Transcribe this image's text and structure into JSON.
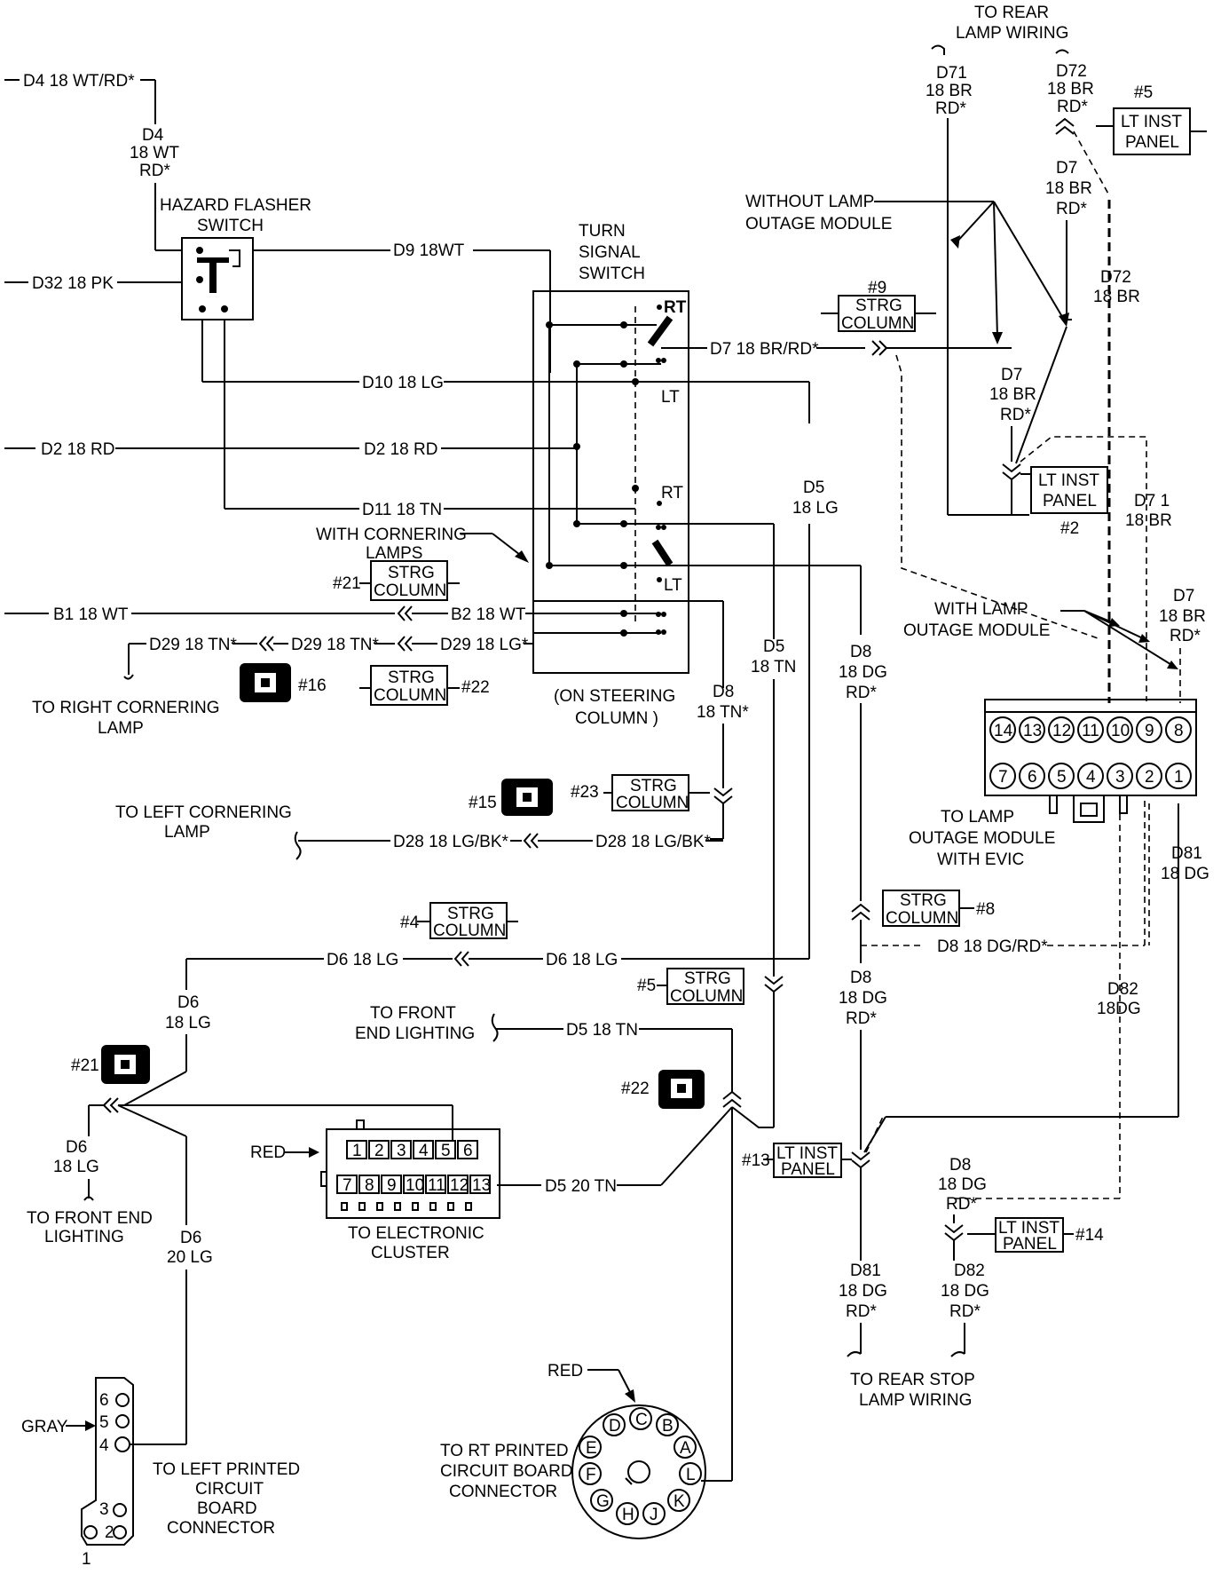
{
  "labels": {
    "to_rear_lamp_1": "TO REAR",
    "to_rear_lamp_2": "LAMP WIRING",
    "d71_top": "D71",
    "d71_top_2": "18 BR",
    "d71_top_3": "RD*",
    "d72_top": "D72",
    "d72_top_2": "18 BR",
    "d72_top_3": "RD*",
    "num5_top": "#5",
    "lt_inst_panel_5a": "LT INST",
    "lt_inst_panel_5b": "PANEL",
    "d4_wire": "D4 18 WT/RD*",
    "d4_a": "D4",
    "d4_b": "18 WT",
    "d4_c": "RD*",
    "hazard_1": "HAZARD FLASHER",
    "hazard_2": "SWITCH",
    "d32": "D32 18 PK",
    "d9": "D9 18WT",
    "turn_1": "TURN",
    "turn_2": "SIGNAL",
    "turn_3": "SWITCH",
    "rt_1": "RT",
    "lt_1": "LT",
    "rt_2": "RT",
    "lt_2": "LT",
    "d7_wire": "D7 18 BR/RD*",
    "d10": "D10 18 LG",
    "d2_left": "D2 18 RD",
    "d2_mid": "D2 18 RD",
    "d11": "D11 18 TN",
    "d5_a": "D5",
    "d5_b": "18 LG",
    "with_cornering_1": "WITH CORNERING",
    "with_cornering_2": "LAMPS",
    "num21a": "#21",
    "strg": "STRG",
    "column": "COLUMN",
    "b1": "B1 18 WT",
    "b2": "B2 18 WT",
    "d29_a": "D29 18 TN*",
    "d29_b": "D29 18 TN*",
    "d29_c": "D29 18 LG*",
    "num16": "#16",
    "num22a": "#22",
    "to_right_corner_1": "TO RIGHT CORNERING",
    "to_right_corner_2": "LAMP",
    "on_steering_1": "(ON STEERING",
    "on_steering_2": "COLUMN )",
    "d5tn_a": "D5",
    "d5tn_b": "18 TN",
    "d8_a": "D8",
    "d8_b": "18 DG",
    "d8_c": "RD*",
    "d8tn_a": "D8",
    "d8tn_b": "18 TN*",
    "without_1": "WITHOUT LAMP",
    "without_2": "OUTAGE MODULE",
    "num9": "#9",
    "d7_mid_a": "D7",
    "d7_mid_b": "18 BR",
    "d7_mid_c": "RD*",
    "d7_top_a": "D7",
    "d7_top_b": "18 BR",
    "d7_top_c": "RD*",
    "d72_mid_a": "D72",
    "d72_mid_b": "18 BR",
    "lt_inst_2a": "LT INST",
    "lt_inst_2b": "PANEL",
    "num2": "#2",
    "d71_mid_a": "D7 1",
    "d71_mid_b": "18 BR",
    "d7_right_a": "D7",
    "d7_right_b": "18 BR",
    "d7_right_c": "RD*",
    "with_lamp_1": "WITH LAMP",
    "with_lamp_2": "OUTAGE MODULE",
    "pins_top": [
      "14",
      "13",
      "12",
      "11",
      "10",
      "9",
      "8"
    ],
    "pins_bot": [
      "7",
      "6",
      "5",
      "4",
      "3",
      "2",
      "1"
    ],
    "to_lamp_1": "TO LAMP",
    "to_lamp_2": "OUTAGE MODULE",
    "to_lamp_3": "WITH EVIC",
    "num15": "#15",
    "num23": "#23",
    "to_left_corner_1": "TO LEFT CORNERING",
    "to_left_corner_2": "LAMP",
    "d28_a": "D28 18 LG/BK*",
    "d28_b": "D28 18 LG/BK*",
    "d81_a": "D81",
    "d81_b": "18 DG",
    "num4": "#4",
    "num8": "#8",
    "d8_dashed": "D8 18 DG/RD*",
    "d6_left": "D6 18 LG",
    "d6_right": "D6 18 LG",
    "num5b": "#5",
    "d82_a": "D82",
    "d82_b": "18DG",
    "d6_a": "D6",
    "d6_b": "18 LG",
    "to_front_end_1": "TO FRONT",
    "to_front_end_2": "END LIGHTING",
    "d5_18tn": "D5 18 TN",
    "num21b": "#21",
    "num22b": "#22",
    "d6_c": "D6",
    "d6_d": "18 LG",
    "red_1": "RED",
    "cluster_pins_top": [
      "1",
      "2",
      "3",
      "4",
      "5",
      "6"
    ],
    "cluster_pins_bot": [
      "7",
      "8",
      "9",
      "10",
      "11",
      "12",
      "13"
    ],
    "d5_20tn": "D5 20 TN",
    "num13": "#13",
    "lt_inst_13a": "LT INST",
    "lt_inst_13b": "PANEL",
    "d8_low_a": "D8",
    "d8_low_b": "18 DG",
    "d8_low_c": "RD*",
    "to_front_end_light_1": "TO FRONT END",
    "to_front_end_light_2": "LIGHTING",
    "to_cluster_1": "TO ELECTRONIC",
    "to_cluster_2": "CLUSTER",
    "d6_e": "D6",
    "d6_f": "20 LG",
    "num14": "#14",
    "lt_inst_14a": "LT INST",
    "lt_inst_14b": "PANEL",
    "d81_low_a": "D81",
    "d81_low_b": "18 DG",
    "d81_low_c": "RD*",
    "d82_low_a": "D82",
    "d82_low_b": "18 DG",
    "d82_low_c": "RD*",
    "to_rear_stop_1": "TO REAR STOP",
    "to_rear_stop_2": "LAMP WIRING",
    "red_2": "RED",
    "gray": "GRAY",
    "to_left_pcb_1": "TO LEFT PRINTED",
    "to_left_pcb_2": "CIRCUIT",
    "to_left_pcb_3": "BOARD",
    "to_left_pcb_4": "CONNECTOR",
    "to_rt_pcb_1": "TO RT PRINTED",
    "to_rt_pcb_2": "CIRCUIT BOARD",
    "to_rt_pcb_3": "CONNECTOR",
    "left_pins": [
      "6",
      "5",
      "4",
      "3",
      "2",
      "1"
    ],
    "round_pins": [
      "C",
      "B",
      "A",
      "L",
      "K",
      "J",
      "H",
      "G",
      "F",
      "E",
      "D"
    ]
  }
}
